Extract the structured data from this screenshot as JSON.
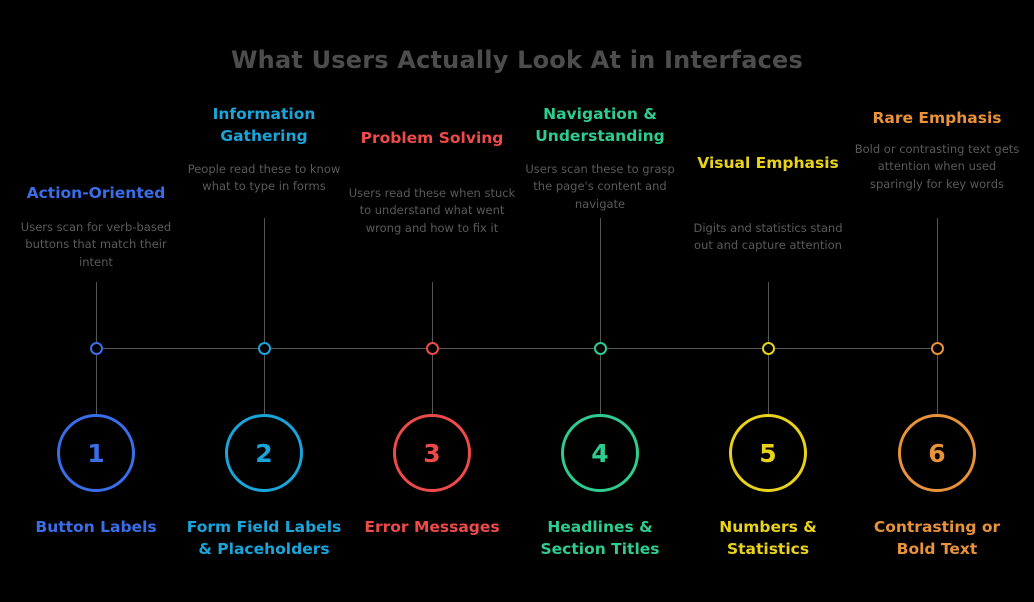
{
  "title": "What Users Actually Look At in Interfaces",
  "theme": {
    "background": "#000000",
    "title_color": "#4d4d4d",
    "description_color": "#5a5a5a",
    "axis_color": "#555555"
  },
  "chart_data": {
    "type": "timeline",
    "title": "What Users Actually Look At in Interfaces",
    "orientation": "horizontal",
    "item_count": 6,
    "steps": [
      {
        "number": "1",
        "heading": "Action-Oriented",
        "description": "Users scan for verb-based buttons that match their intent",
        "label": "Button Labels",
        "color": "#3a6ee8"
      },
      {
        "number": "2",
        "heading": "Information Gathering",
        "description": "People read these to know what to type in forms",
        "label": "Form Field Labels & Placeholders",
        "color": "#19a5da"
      },
      {
        "number": "3",
        "heading": "Problem Solving",
        "description": "Users read these when stuck to understand what went wrong and how to fix it",
        "label": "Error Messages",
        "color": "#ef4a4a"
      },
      {
        "number": "4",
        "heading": "Navigation & Understanding",
        "description": "Users scan these to grasp the page's content and navigate",
        "label": "Headlines & Section Titles",
        "color": "#2ecc8f"
      },
      {
        "number": "5",
        "heading": "Visual Emphasis",
        "description": "Digits and statistics stand out and capture attention",
        "label": "Numbers & Statistics",
        "color": "#e8d21a"
      },
      {
        "number": "6",
        "heading": "Rare Emphasis",
        "description": "Bold or contrasting text gets attention when used sparingly for key words",
        "label": "Contrasting or Bold Text",
        "color": "#e8923a"
      }
    ]
  }
}
